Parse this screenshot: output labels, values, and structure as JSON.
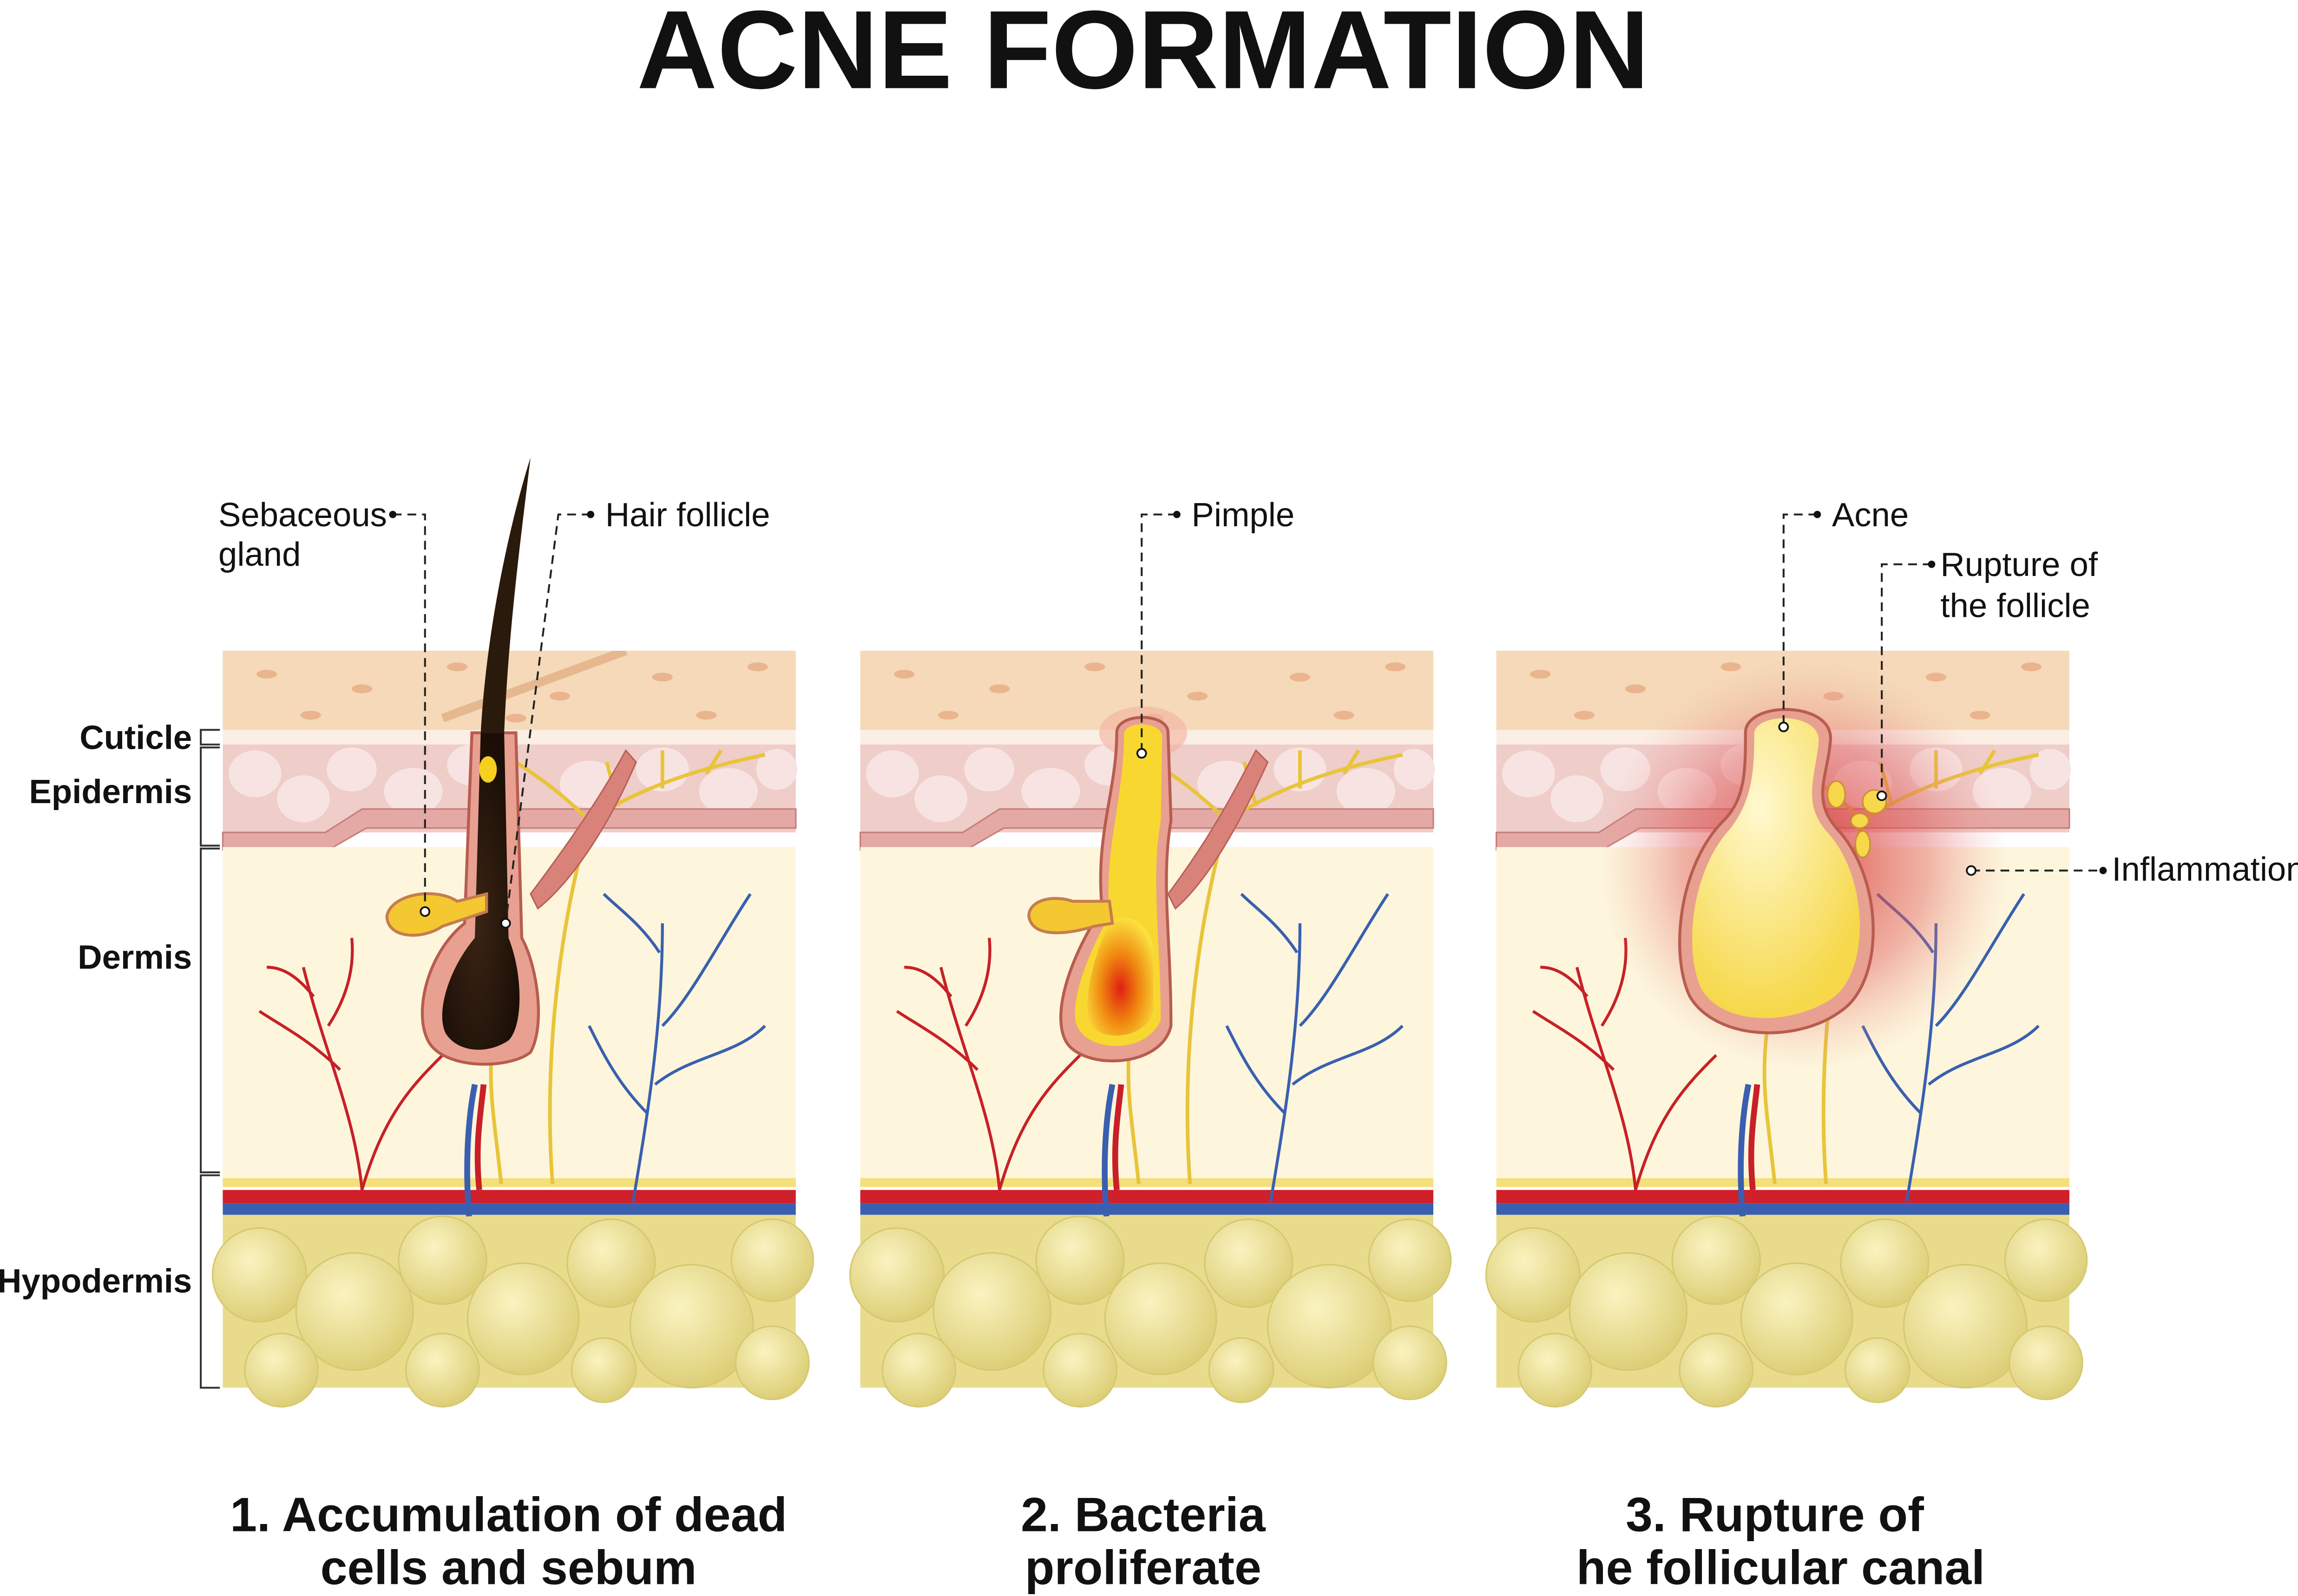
{
  "title": "ACNE FORMATION",
  "layers": [
    "Cuticle",
    "Epidermis",
    "Dermis",
    "Hypodermis"
  ],
  "panels": [
    {
      "labels": [
        "Sebaceous",
        "gland",
        "Hair follicle"
      ],
      "caption": [
        "1. Accumulation of dead",
        "cells and sebum"
      ]
    },
    {
      "labels": [
        "Pimple"
      ],
      "caption": [
        "2. Bacteria",
        "proliferate"
      ]
    },
    {
      "labels": [
        "Acne",
        "Rupture of",
        "the follicle",
        "Inflammation"
      ],
      "caption": [
        "3. Rupture of",
        "he follicular canal"
      ]
    }
  ],
  "colors": {
    "cuticle": "#f5d9b8",
    "epidermis": "#efcdc9",
    "dermis": "#fdf6dc",
    "hypodermis": "#e8dc8c",
    "artery": "#d0202a",
    "vein": "#3a5fb0",
    "nerve": "#e8c43a"
  }
}
